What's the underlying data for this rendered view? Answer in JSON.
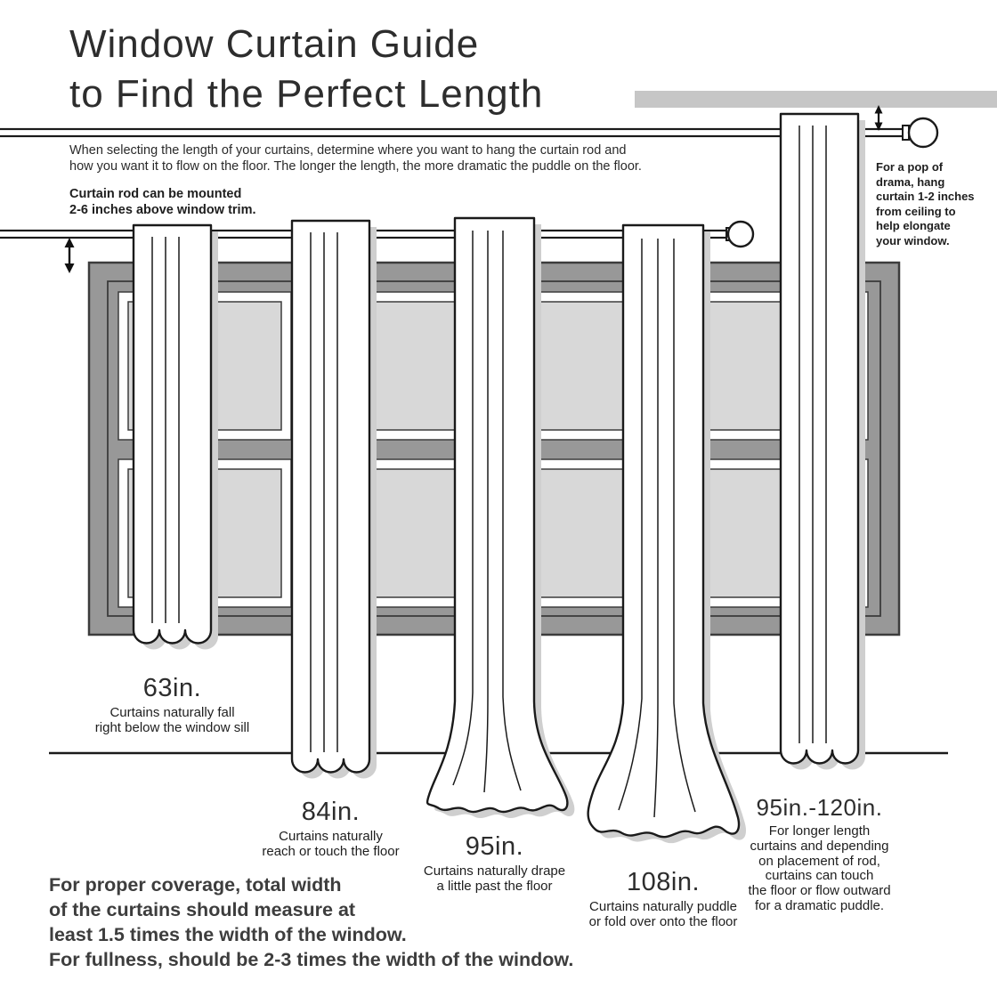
{
  "title": {
    "text": "Window Curtain Guide\nto Find the Perfect Length"
  },
  "intro": {
    "text": "When selecting the length of your curtains, determine where you want to hang the curtain rod and\nhow you want it to flow on the floor. The longer the length, the more dramatic the puddle on the floor."
  },
  "rod_note": {
    "text": "Curtain rod can be mounted\n2-6 inches above window trim."
  },
  "ceiling_tip": {
    "text": "For a pop of\ndrama, hang\ncurtain 1-2 inches\nfrom ceiling to\nhelp elongate\nyour window."
  },
  "curtains": {
    "c63": {
      "label": "63in.",
      "desc": "Curtains naturally fall\nright below the window sill"
    },
    "c84": {
      "label": "84in.",
      "desc": "Curtains naturally\nreach or touch the floor"
    },
    "c95": {
      "label": "95in.",
      "desc": "Curtains naturally drape\na little past the floor"
    },
    "c108": {
      "label": "108in.",
      "desc": "Curtains naturally puddle\nor fold over onto the floor"
    },
    "c95_120": {
      "label": "95in.-120in.",
      "desc": "For longer length\ncurtains and depending\non placement of rod,\ncurtains can touch\nthe floor or flow outward\nfor a dramatic puddle."
    }
  },
  "coverage_note": {
    "text": "For proper coverage, total width\nof the curtains should measure at\nleast 1.5 times the width of the window.\nFor fullness, should be 2-3 times the width of the window."
  },
  "icons": {
    "mount_height_arrow": "updown-arrow",
    "ceiling_gap_arrow": "updown-arrow"
  },
  "colors": {
    "ink": "#1a1a1a",
    "heading": "#2d2d2d",
    "frame_gray": "#989898",
    "glass_gray": "#d8d8d8",
    "ceiling_gray": "#c6c6c6",
    "shadow_gray": "#cfcfcf"
  }
}
